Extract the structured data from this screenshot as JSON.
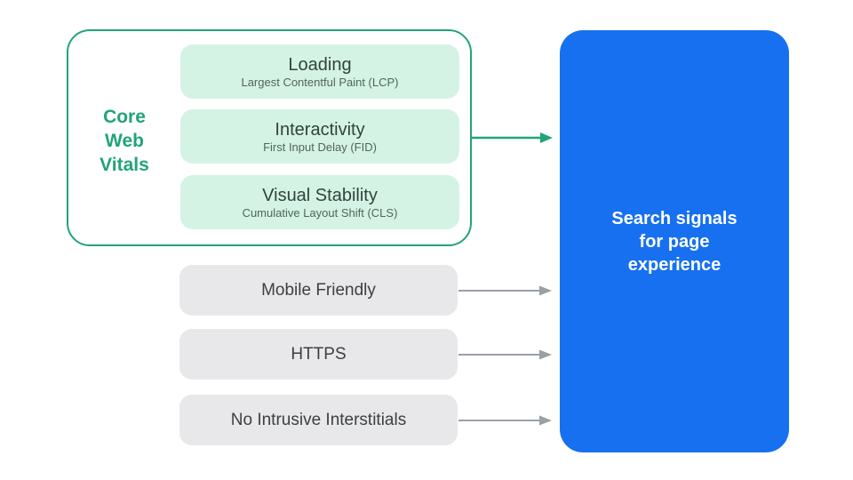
{
  "colors": {
    "green": "#21A477",
    "green_light": "#D5F3E5",
    "gray_fill": "#E8E8EA",
    "gray_text": "#3C4043",
    "title_text": "#30433D",
    "subtitle_text": "#50655D",
    "arrow_gray": "#9AA0A6",
    "blue": "#1770F0",
    "white": "#FFFFFF"
  },
  "core_web_vitals": {
    "label": "Core\nWeb\nVitals",
    "items": [
      {
        "title": "Loading",
        "subtitle": "Largest Contentful Paint (LCP)"
      },
      {
        "title": "Interactivity",
        "subtitle": "First Input Delay (FID)"
      },
      {
        "title": "Visual Stability",
        "subtitle": "Cumulative Layout Shift (CLS)"
      }
    ]
  },
  "other_signals": [
    {
      "label": "Mobile Friendly"
    },
    {
      "label": "HTTPS"
    },
    {
      "label": "No Intrusive Interstitials"
    }
  ],
  "result": {
    "label": "Search signals\nfor page\nexperience"
  }
}
